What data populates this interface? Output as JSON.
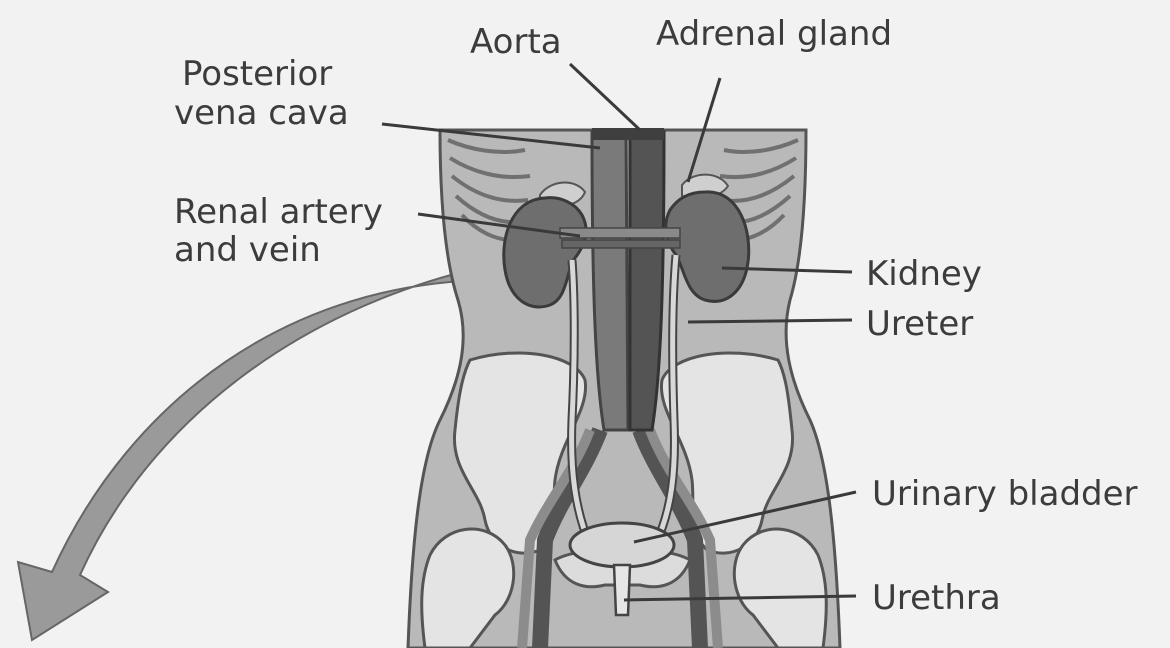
{
  "labels": {
    "aorta": "Aorta",
    "adrenal_gland": "Adrenal gland",
    "posterior_vena_cava_line1": "Posterior",
    "posterior_vena_cava_line2": "vena cava",
    "renal_artery_vein_line1": "Renal artery",
    "renal_artery_vein_line2": "and vein",
    "kidney": "Kidney",
    "ureter": "Ureter",
    "urinary_bladder": "Urinary bladder",
    "urethra": "Urethra"
  },
  "colors": {
    "background": "#f2f2f2",
    "body_fill": "#b9b9b9",
    "body_outline": "#555555",
    "kidney_fill": "#6e6e6e",
    "vessel_dark": "#545454",
    "vessel_light": "#999999",
    "bone_fill": "#e4e4e4",
    "bladder_fill": "#d6d6d6",
    "arrow_fill": "#9a9a9a",
    "leader_line": "#3a3a3a",
    "label_text": "#3c3c3c"
  }
}
